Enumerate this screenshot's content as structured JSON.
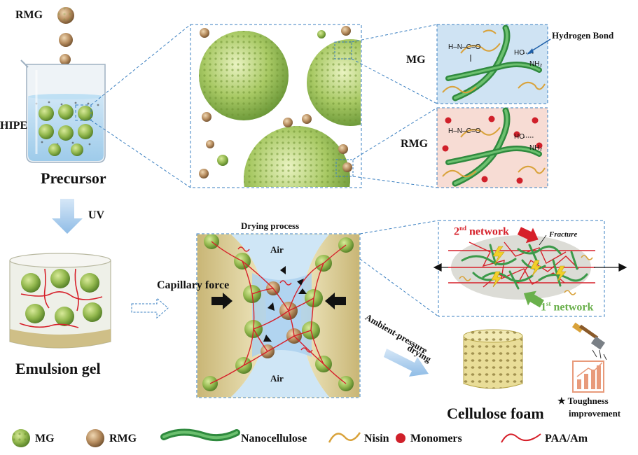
{
  "labels": {
    "rmg_top": "RMG",
    "hipe": "HIPE",
    "precursor": "Precursor",
    "uv": "UV",
    "emulsion_gel": "Emulsion gel",
    "mg_zoom": "MG",
    "rmg_zoom": "RMG",
    "hydrogen_bond": "Hydrogen Bond",
    "drying_process": "Drying process",
    "air_top": "Air",
    "air_bottom": "Air",
    "capillary_force": "Capillary force",
    "ambient_pressure_line1": "Ambient-pressure",
    "ambient_pressure_line2": "drying",
    "cellulose_foam": "Cellulose foam",
    "second_network_num": "2",
    "second_network_sup": "nd",
    "second_network_word": "network",
    "first_network_num": "1",
    "first_network_sup": "st",
    "first_network_word": "network",
    "fracture": "Fracture",
    "toughness_line1": "★ Toughness",
    "toughness_line2": "improvement"
  },
  "chem": {
    "amide": "H–N–C=O",
    "ho": "HO",
    "nh2": "NH₂"
  },
  "legend": [
    {
      "icon": "mg-particle-icon",
      "label": "MG"
    },
    {
      "icon": "rmg-particle-icon",
      "label": "RMG"
    },
    {
      "icon": "nanocellulose-icon",
      "label": "Nanocellulose"
    },
    {
      "icon": "nisin-icon",
      "label": "Nisin"
    },
    {
      "icon": "monomers-icon",
      "label": "Monomers"
    },
    {
      "icon": "paa-am-icon",
      "label": "PAA/Am"
    }
  ],
  "colors": {
    "mg_green": "#8fb24a",
    "rmg_brown": "#b8956a",
    "nanocellulose": "#3c9a4a",
    "nisin": "#d9a23a",
    "monomer_red": "#d0202a",
    "paa_red": "#d6202a",
    "panel_blue": "#cfe3f3",
    "panel_pink": "#f7dcd4",
    "dash_blue": "#3a7fc0",
    "arrow_blue": "#a9cbeb",
    "first_network_green": "#6ab04c",
    "second_network_red": "#d6202a"
  }
}
